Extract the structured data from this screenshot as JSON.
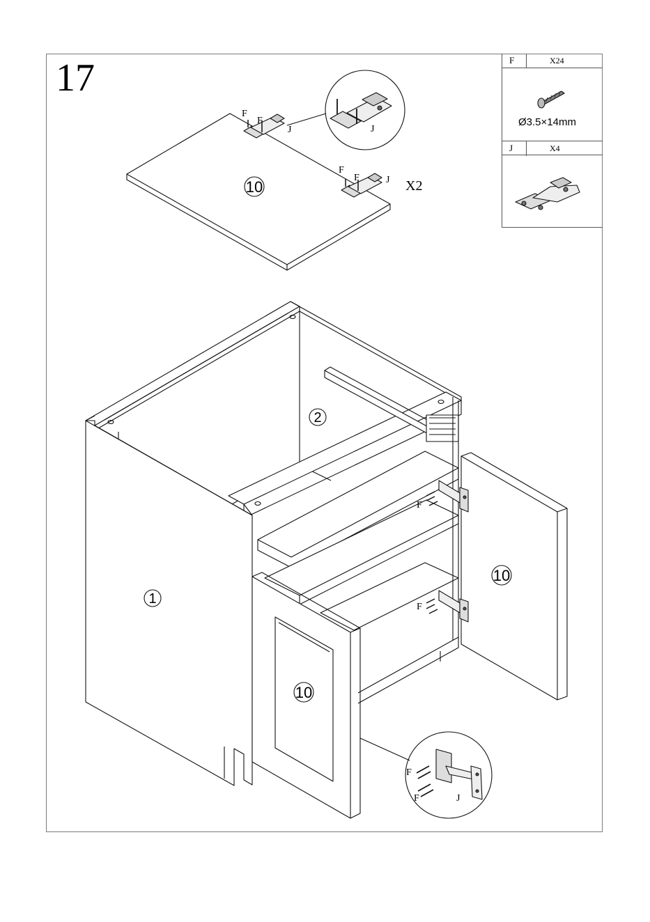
{
  "step": {
    "number": "17"
  },
  "parts": [
    {
      "code": "F",
      "qty": "X24",
      "spec": "Ø3.5×14mm",
      "icon": "screw-icon"
    },
    {
      "code": "J",
      "qty": "X4",
      "icon": "hinge-icon"
    }
  ],
  "top_panel": {
    "part_number": "10",
    "multiplier": "X2"
  },
  "cabinet": {
    "side_panel_number": "1",
    "back_panel_number": "2",
    "left_door_number": "10",
    "right_door_number": "10"
  },
  "labels": {
    "screw": "F",
    "hinge": "J"
  }
}
